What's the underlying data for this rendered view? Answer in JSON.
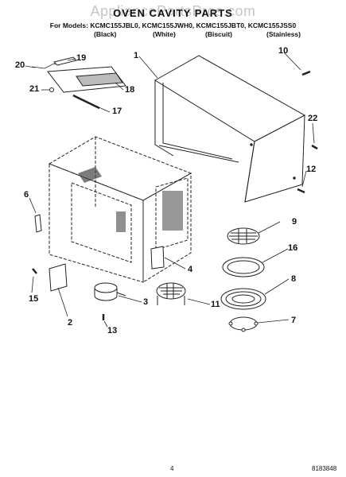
{
  "watermark": "AppliancePartsPros.com",
  "header": {
    "title": "OVEN CAVITY PARTS",
    "models": "For Models: KCMC155JBL0, KCMC155JWH0, KCMC155JBT0, KCMC155JSS0",
    "finishes": [
      "(Black)",
      "(White)",
      "(Biscuit)",
      "(Stainless)"
    ]
  },
  "callouts": [
    "20",
    "19",
    "21",
    "18",
    "17",
    "1",
    "10",
    "22",
    "12",
    "6",
    "9",
    "16",
    "4",
    "8",
    "7",
    "15",
    "2",
    "3",
    "11",
    "13"
  ],
  "footer": {
    "page_number": "4",
    "doc_number": "8183848"
  }
}
